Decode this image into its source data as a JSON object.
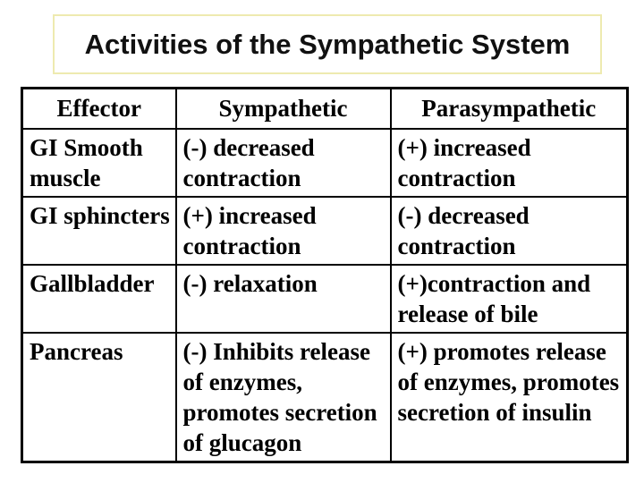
{
  "title": "Activities of the Sympathetic System",
  "table": {
    "headers": [
      "Effector",
      "Sympathetic",
      "Parasympathetic"
    ],
    "rows": [
      {
        "effector": "GI Smooth muscle",
        "sympathetic": "(-) decreased contraction",
        "parasympathetic": "(+) increased contraction"
      },
      {
        "effector": "GI sphincters",
        "sympathetic": "(+) increased contraction",
        "parasympathetic": "(-) decreased contraction"
      },
      {
        "effector": "Gallbladder",
        "sympathetic": "(-) relaxation",
        "parasympathetic": "(+)contraction and release of bile"
      },
      {
        "effector": "Pancreas",
        "sympathetic": "(-) Inhibits release of enzymes, promotes secretion of glucagon",
        "parasympathetic": "(+) promotes release of enzymes, promotes secretion of insulin"
      }
    ]
  },
  "colors": {
    "background": "#ffffff",
    "title_text": "#111111",
    "title_box_border": "#eeeab0",
    "table_border": "#000000",
    "table_text": "#000000"
  }
}
